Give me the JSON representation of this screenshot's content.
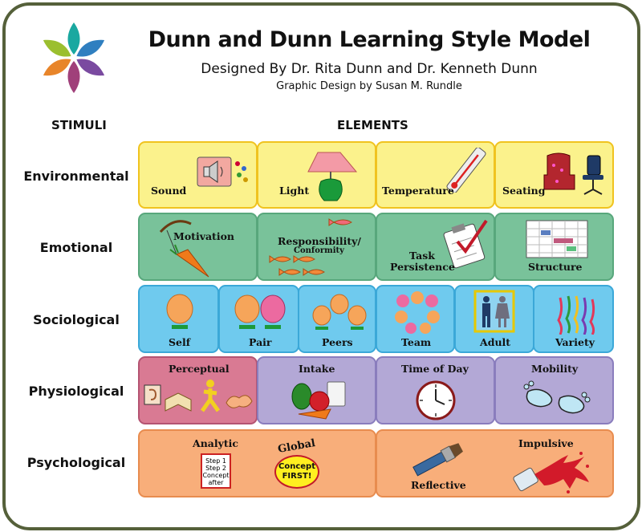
{
  "header": {
    "title": "Dunn and Dunn Learning Style Model",
    "subtitle": "Designed By Dr. Rita Dunn and Dr. Kenneth Dunn",
    "credit": "Graphic Design by Susan M. Rundle"
  },
  "columns": {
    "stimuli": "STIMULI",
    "elements": "ELEMENTS"
  },
  "rows": {
    "environmental": {
      "label": "Environmental",
      "elements": [
        "Sound",
        "Light",
        "Temperature",
        "Seating"
      ]
    },
    "emotional": {
      "label": "Emotional",
      "elements": [
        "Motivation",
        "Responsibility/",
        "Conformity",
        "Task",
        "Persistence",
        "Structure"
      ]
    },
    "sociological": {
      "label": "Sociological",
      "elements": [
        "Self",
        "Pair",
        "Peers",
        "Team",
        "Adult",
        "Variety"
      ]
    },
    "physiological": {
      "label": "Physiological",
      "elements": [
        "Perceptual",
        "Intake",
        "Time of Day",
        "Mobility"
      ]
    },
    "psychological": {
      "label": "Psychological",
      "elements": [
        "Analytic",
        "Global",
        "Impulsive",
        "Reflective"
      ],
      "analytic_card": [
        "Step 1",
        "Step 2",
        "Concept",
        "after"
      ],
      "global_badge": [
        "Concept",
        "FIRST!"
      ]
    }
  },
  "colors": {
    "environmental": "#fbf28c",
    "emotional": "#79c29a",
    "sociological": "#6fcaee",
    "perceptual": "#d97a93",
    "physiological": "#b3a8d6",
    "psychological": "#f8ae7a",
    "frame": "#55603a"
  }
}
